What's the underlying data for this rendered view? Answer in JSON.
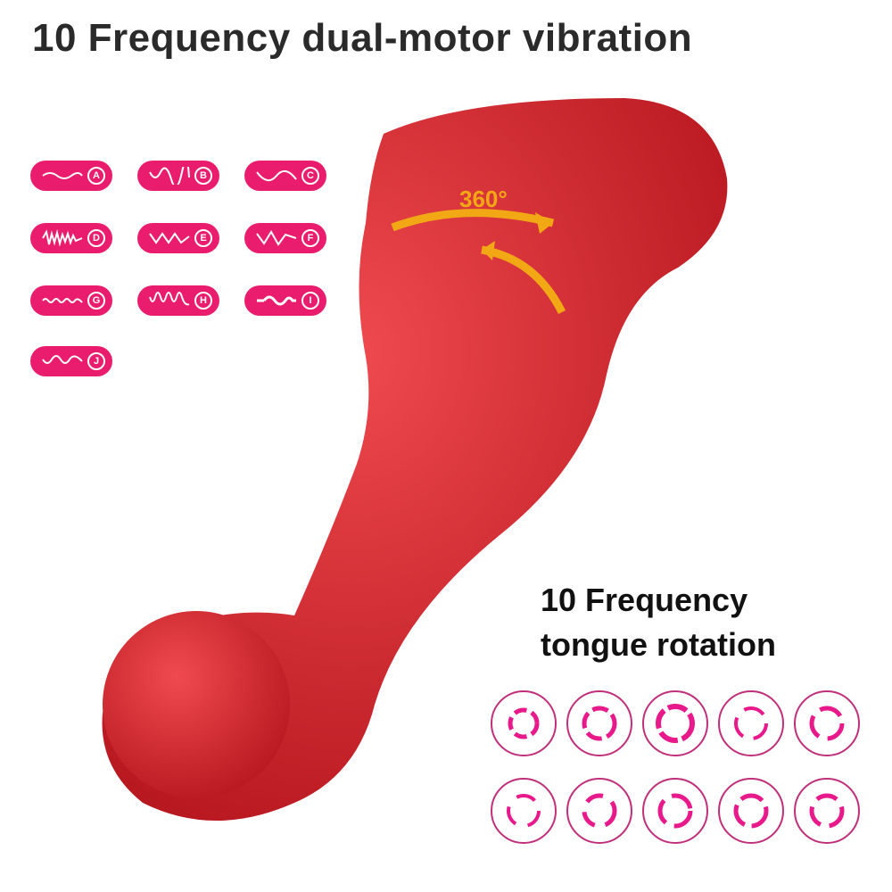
{
  "header": {
    "title": "10 Frequency dual-motor vibration"
  },
  "feature": {
    "line1": "10 Frequency",
    "line2": "tongue rotation",
    "rotation_label": "360°"
  },
  "colors": {
    "pill": "#ea1c6e",
    "ring_stroke": "#c0307a",
    "swirl": "#e8198a",
    "product": "#d7262e",
    "arrow": "#f2a814"
  },
  "vibration_modes": [
    {
      "letter": "A",
      "icon": "gentle-wave-icon"
    },
    {
      "letter": "B",
      "icon": "rising-wave-icon"
    },
    {
      "letter": "C",
      "icon": "sine-wave-icon"
    },
    {
      "letter": "D",
      "icon": "rapid-pulse-icon"
    },
    {
      "letter": "E",
      "icon": "zigzag-wave-icon"
    },
    {
      "letter": "F",
      "icon": "sharp-zigzag-icon"
    },
    {
      "letter": "G",
      "icon": "fine-wave-icon"
    },
    {
      "letter": "H",
      "icon": "dense-wave-icon"
    },
    {
      "letter": "I",
      "icon": "burst-wave-icon"
    },
    {
      "letter": "J",
      "icon": "mixed-wave-icon"
    }
  ],
  "rotation_modes_count": 10
}
